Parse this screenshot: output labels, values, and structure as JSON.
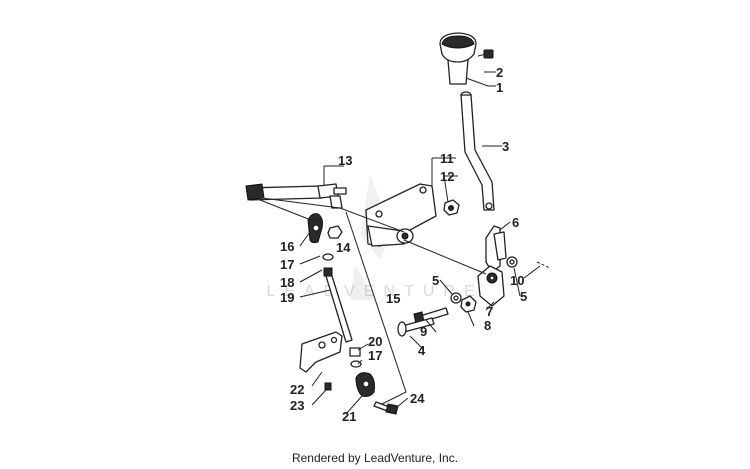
{
  "watermark_text": "LEADVENTURE",
  "footer_text": "Rendered by LeadVenture, Inc.",
  "callouts": [
    "1",
    "2",
    "3",
    "4",
    "5",
    "5",
    "6",
    "7",
    "8",
    "9",
    "10",
    "11",
    "12",
    "13",
    "14",
    "15",
    "16",
    "17",
    "17",
    "18",
    "19",
    "20",
    "21",
    "22",
    "23",
    "24"
  ]
}
